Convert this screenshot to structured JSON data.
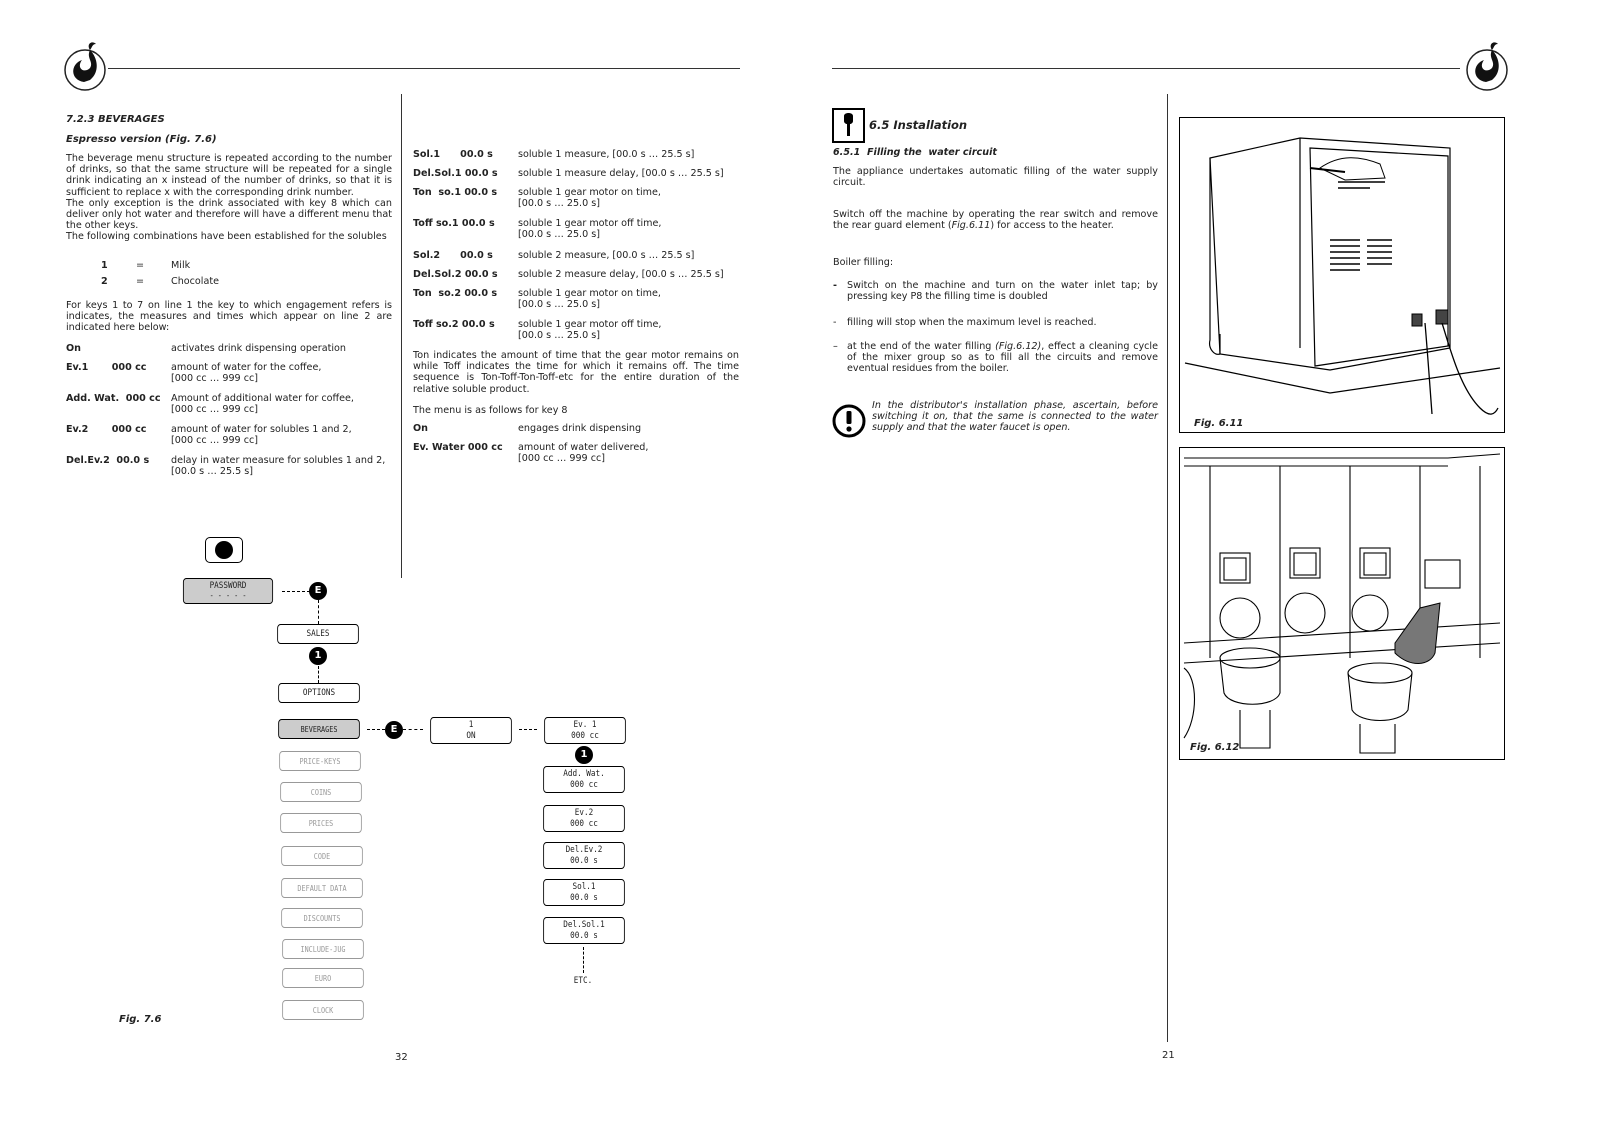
{
  "left": {
    "section_title": "7.2.3 BEVERAGES",
    "subtitle": "Espresso version (Fig. 7.6)",
    "intro": "The beverage menu structure is repeated according to the number of drinks, so that the same structure will be repeated for a single drink indicating an x instead of the number of drinks, so that it is sufficient to replace x with the corresponding drink number.",
    "intro2": "The only exception is the drink associated with key 8 which can deliver only hot water and therefore will have a different menu that the other keys.",
    "intro3": "The following combinations have been established for the solubles",
    "solubles": [
      {
        "num": "1",
        "eq": "=",
        "name": "Milk"
      },
      {
        "num": "2",
        "eq": "=",
        "name": "Chocolate"
      }
    ],
    "keys_text": "For keys 1 to 7 on line 1 the key to which engagement refers is indicates, the measures and times which appear on line 2 are indicated here below:",
    "params": [
      {
        "key": "On",
        "desc": "activates drink dispensing operation"
      },
      {
        "key": "Ev.1       000 cc",
        "desc": "amount of water for the coffee,\n[000 cc … 999 cc]"
      },
      {
        "key": "Add. Wat.  000 cc",
        "desc": "Amount of additional water for coffee,\n[000 cc … 999 cc]"
      },
      {
        "key": "Ev.2       000 cc",
        "desc": "amount of water for solubles 1 and 2,\n[000 cc … 999 cc]"
      },
      {
        "key": "Del.Ev.2  00.0 s",
        "desc": "delay in water measure for solubles 1 and 2,\n[00.0 s … 25.5 s]"
      }
    ],
    "params2": [
      {
        "key": "Sol.1      00.0 s",
        "desc": "soluble 1 measure, [00.0 s … 25.5 s]"
      },
      {
        "key": "Del.Sol.1 00.0 s",
        "desc": "soluble 1 measure delay, [00.0 s … 25.5 s]"
      },
      {
        "key": "Ton  so.1 00.0 s",
        "desc": "soluble 1 gear motor on time,\n[00.0 s … 25.0 s]"
      },
      {
        "key": "Toff so.1 00.0 s",
        "desc": "soluble 1 gear motor off time,\n[00.0 s … 25.0 s]"
      },
      {
        "key": "Sol.2      00.0 s",
        "desc": "soluble 2 measure, [00.0 s … 25.5 s]"
      },
      {
        "key": "Del.Sol.2 00.0 s",
        "desc": "soluble 2 measure delay, [00.0 s … 25.5 s]"
      },
      {
        "key": "Ton  so.2 00.0 s",
        "desc": "soluble 1 gear motor on time,\n[00.0 s … 25.0 s]"
      },
      {
        "key": "Toff so.2 00.0 s",
        "desc": "soluble 1 gear motor off time,\n[00.0 s … 25.0 s]"
      }
    ],
    "ton_text": "Ton indicates the amount of time that the gear motor remains on while Toff indicates the time for which it remains off. The time sequence is Ton-Toff-Ton-Toff-etc for the entire duration of the relative soluble product.",
    "key8_text": "The menu is as follows for key 8",
    "params3": [
      {
        "key": "On",
        "desc": "engages drink dispensing"
      },
      {
        "key": "Ev. Water 000 cc",
        "desc": "amount of water delivered,\n[000 cc … 999 cc]"
      }
    ],
    "diagram": {
      "password": "PASSWORD",
      "password_dots": "- - - - -",
      "e_label": "E",
      "one_label": "1",
      "menu": [
        "SALES",
        "OPTIONS",
        "BEVERAGES",
        "PRICE-KEYS",
        "COINS",
        "PRICES",
        "CODE",
        "DEFAULT DATA",
        "DISCOUNTS",
        "INCLUDE-JUG",
        "EURO",
        "CLOCK"
      ],
      "key_box": [
        "1",
        "ON"
      ],
      "chain": [
        [
          "Ev. 1",
          "000  cc"
        ],
        [
          "Add. Wat.",
          "000  cc"
        ],
        [
          "Ev.2",
          "000  cc"
        ],
        [
          "Del.Ev.2",
          "00.0 s"
        ],
        [
          "Sol.1",
          "00.0 s"
        ],
        [
          "Del.Sol.1",
          "00.0 s"
        ]
      ],
      "etc": "ETC."
    },
    "fig_label": "Fig. 7.6",
    "page_number": "32"
  },
  "right": {
    "section_title": "6.5 Installation",
    "subsection_title": "6.5.1  Filling the  water circuit",
    "p1": "The appliance undertakes automatic filling of the water supply circuit.",
    "p2_a": "Switch off the machine by operating the rear switch and remove the rear guard element (",
    "p2_ref": "Fig.6.11",
    "p2_b": ") for access to the heater.",
    "boiler": "Boiler filling:",
    "b1_mark": "-",
    "b1": "Switch on the machine and turn on the water inlet tap; by pressing key P8 the filling time is doubled",
    "b2_mark": "-",
    "b2": "filling will stop when the maximum level is reached.",
    "b3_mark": "–",
    "b3_a": "at the end of the water filling ",
    "b3_ref": "(Fig.6.12)",
    "b3_b": ", effect a cleaning cycle of the mixer group so as to fill all the circuits and remove eventual residues from the boiler.",
    "warning": "In the distributor's installation phase, ascertain, before switching it on, that the same is connected to the water supply and that the water faucet is open.",
    "fig1_label": "Fig. 6.11",
    "fig2_label": "Fig. 6.12",
    "page_number": "21"
  }
}
